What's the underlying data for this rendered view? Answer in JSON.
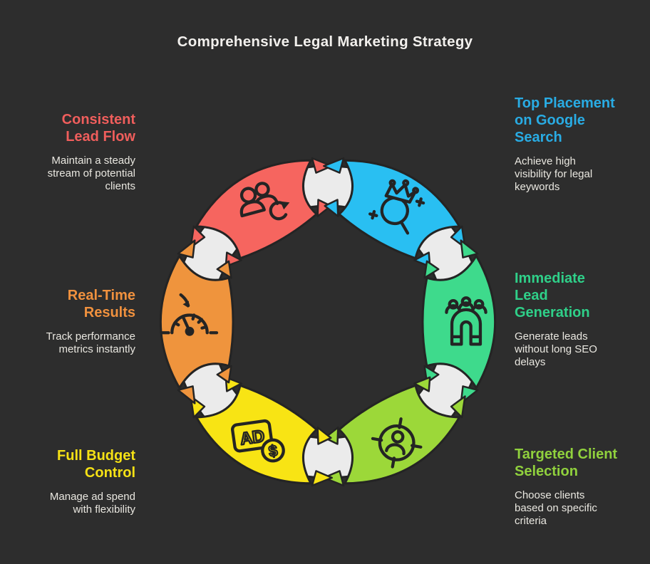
{
  "title": "Comprehensive Legal Marketing Strategy",
  "background_color": "#2d2d2d",
  "outline_color": "#242424",
  "ring_color": "#ebebeb",
  "body_text_color": "#e9e7e0",
  "items": [
    {
      "id": "consistent-lead-flow",
      "heading": "Consistent\nLead Flow",
      "body": "Maintain a steady\nstream of potential\nclients",
      "color": "#f6655f",
      "heading_color": "#f05e5c",
      "icon": "people-refresh-icon",
      "angle": 120,
      "icon_rotation": -15
    },
    {
      "id": "top-placement-google-search",
      "heading": "Top Placement\non Google\nSearch",
      "body": "Achieve high\nvisibility for legal\nkeywords",
      "color": "#29bff2",
      "heading_color": "#29ace4",
      "icon": "crown-search-icon",
      "angle": 60,
      "icon_rotation": 15
    },
    {
      "id": "immediate-lead-generation",
      "heading": "Immediate\nLead\nGeneration",
      "body": "Generate leads\nwithout long SEO\ndelays",
      "color": "#3eda8c",
      "heading_color": "#2fd089",
      "icon": "magnet-people-icon",
      "angle": 0,
      "icon_rotation": 0
    },
    {
      "id": "targeted-client-selection",
      "heading": "Targeted Client\nSelection",
      "body": "Choose clients\nbased on specific\ncriteria",
      "color": "#9cd839",
      "heading_color": "#90d13d",
      "icon": "target-person-icon",
      "angle": 300,
      "icon_rotation": 10
    },
    {
      "id": "full-budget-control",
      "heading": "Full Budget\nControl",
      "body": "Manage ad spend\nwith flexibility",
      "color": "#f8e414",
      "heading_color": "#f5e115",
      "icon": "ad-dollar-icon",
      "angle": 240,
      "icon_rotation": -8
    },
    {
      "id": "real-time-results",
      "heading": "Real-Time\nResults",
      "body": "Track performance\nmetrics instantly",
      "color": "#ef943d",
      "heading_color": "#f0913e",
      "icon": "gauge-icon",
      "angle": 180,
      "icon_rotation": 0
    }
  ]
}
